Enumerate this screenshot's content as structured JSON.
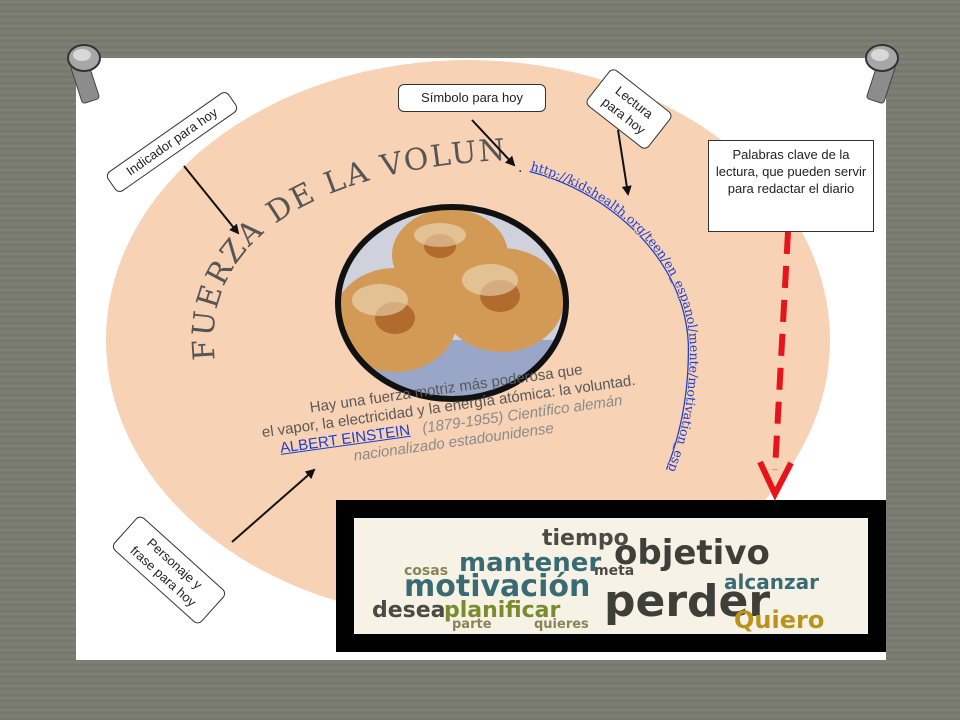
{
  "slide": {
    "title_arc": "FUERZA DE LA VOLUNTAD",
    "url_dot": ".",
    "url": "http://kidshealth.org/teen/en_espanol/mente/motivation_esp.html"
  },
  "callouts": {
    "indicador": "Indicador para hoy",
    "simbolo": "Símbolo para hoy",
    "lectura_line1": "Lectura",
    "lectura_line2": "para hoy",
    "personaje_line1": "Personaje y",
    "personaje_line2": "frase para hoy",
    "keywords": "Palabras clave de la lectura,  que pueden servir  para redactar el diario"
  },
  "quote": {
    "line1": "Hay una fuerza motriz más poderosa que",
    "line2": "el vapor, la electricidad y la energía atómica:  la voluntad.",
    "author": "ALBERT EINSTEIN",
    "author_details": "(1879-1955) Científico alemán",
    "line4": "nacionalizado estadounidense"
  },
  "wordcloud": {
    "words": [
      "tiempo",
      "objetivo",
      "cosas",
      "mantener",
      "meta",
      "motivación",
      "alcanzar",
      "desea",
      "planificar",
      "perder",
      "parte",
      "quieres",
      "Quiero"
    ]
  },
  "colors": {
    "ellipse": "#f7d2b5",
    "arrow_red": "#e8141c",
    "link": "#1e3ecf"
  }
}
